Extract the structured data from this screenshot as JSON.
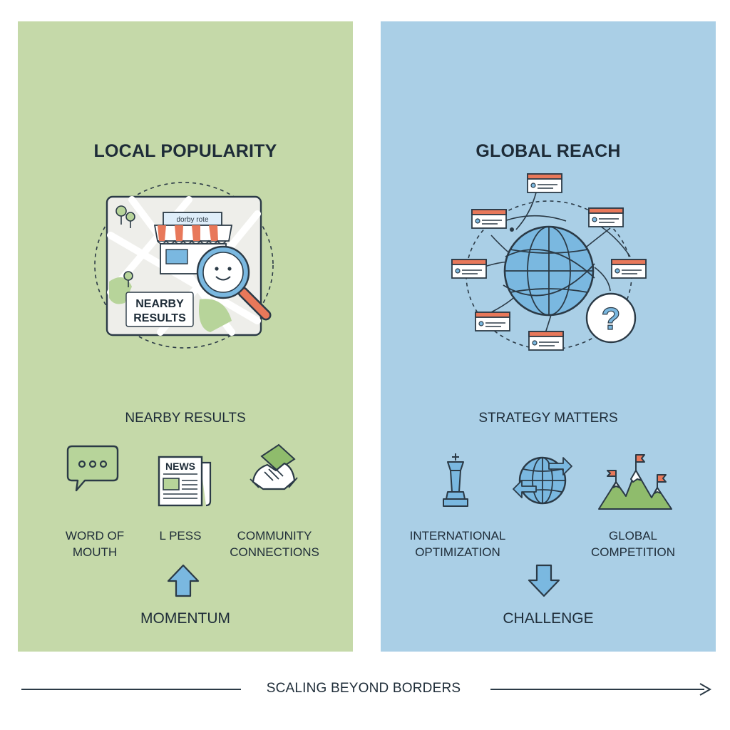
{
  "left_panel": {
    "title": "LOCAL POPULARITY",
    "sign_text": "dorby rote",
    "map_badge": [
      "NEARBY",
      "RESULTS"
    ],
    "subtitle": "NEARBY RESULTS",
    "icons": [
      {
        "icon": "speech-bubble-icon",
        "label": [
          "WORD OF",
          "MOUTH"
        ]
      },
      {
        "icon": "newspaper-icon",
        "badge": "NEWS",
        "label": [
          "L PESS"
        ]
      },
      {
        "icon": "handshake-icon",
        "label": [
          "COMMUNITY",
          "CONNECTIONS"
        ]
      }
    ],
    "arrow": "up-arrow-icon",
    "result": "MOMENTUM"
  },
  "right_panel": {
    "title": "GLOBAL REACH",
    "subtitle": "STRATEGY MATTERS",
    "icons": [
      {
        "icon": "chess-king-icon",
        "label": [
          "INTERNATIONAL",
          "OPTIMIZATION"
        ]
      },
      {
        "icon": "globe-arrows-icon",
        "label": []
      },
      {
        "icon": "mountain-flags-icon",
        "label": [
          "GLOBAL",
          "COMPETITION"
        ]
      }
    ],
    "arrow": "down-arrow-icon",
    "result": "CHALLENGE"
  },
  "footer": {
    "text": "SCALING BEYOND BORDERS"
  },
  "colors": {
    "left_bg": "#c5d9a9",
    "right_bg": "#aacfe6",
    "accent_orange": "#e8785a",
    "accent_blue": "#7ab8e0",
    "ink": "#2b3a46"
  }
}
